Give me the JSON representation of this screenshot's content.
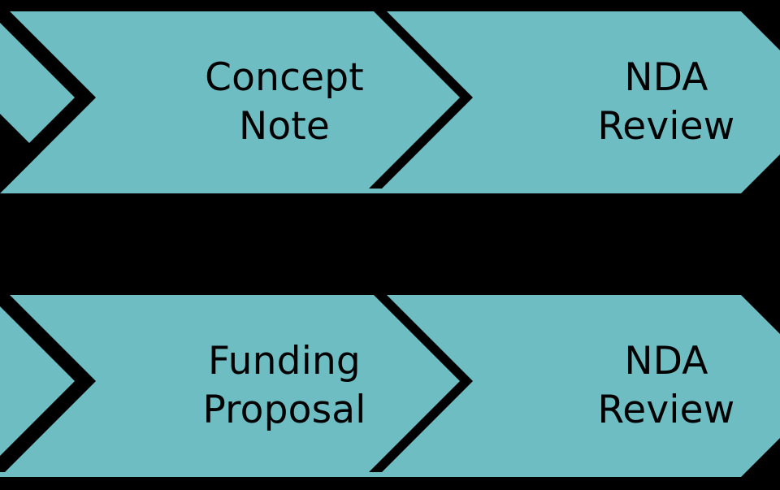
{
  "diagram": {
    "type": "process-flow-chevron",
    "background_color": "#000000",
    "band_color": "#6EBDC3",
    "text_color": "#000000",
    "rows": [
      {
        "name": "concept-note-track",
        "steps": [
          {
            "name": "step-concept-note",
            "line1": "Concept",
            "line2": "Note"
          },
          {
            "name": "step-nda-review",
            "line1": "NDA",
            "line2": "Review"
          }
        ]
      },
      {
        "name": "funding-proposal-track",
        "steps": [
          {
            "name": "step-funding-proposal",
            "line1": "Funding",
            "line2": "Proposal"
          },
          {
            "name": "step-nda-review",
            "line1": "NDA",
            "line2": "Review"
          }
        ]
      }
    ]
  }
}
